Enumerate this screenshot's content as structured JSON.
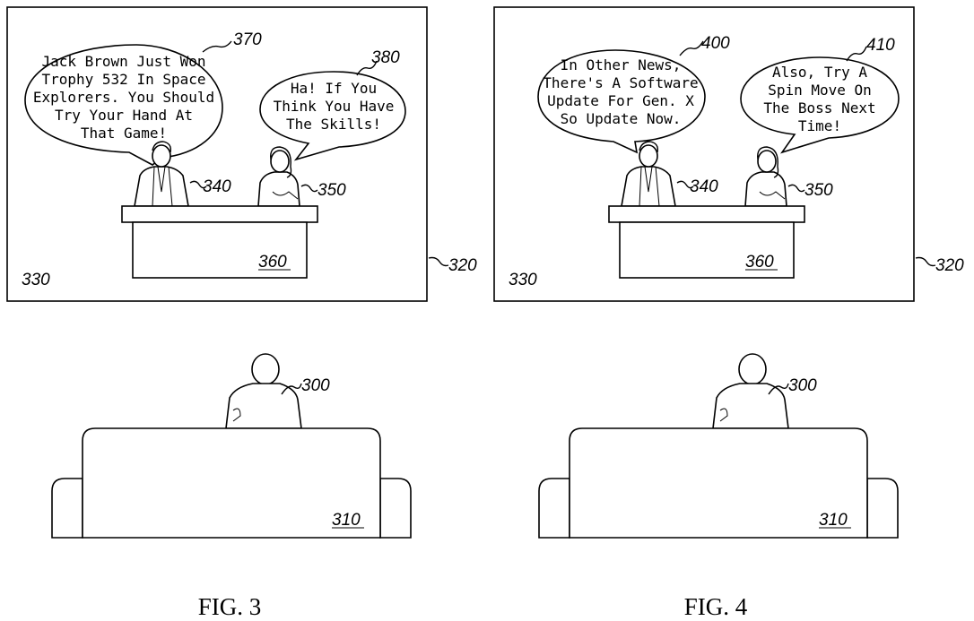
{
  "figures": [
    {
      "caption": "FIG. 3",
      "screen_ref": "320",
      "screen_inner_ref": "330",
      "desk_ref": "360",
      "anchor_ref": "340",
      "coanchor_ref": "350",
      "viewer_ref": "300",
      "couch_ref": "310",
      "bubble_left": {
        "ref": "370",
        "lines": [
          "Jack Brown Just Won",
          "Trophy 532 In Space",
          "Explorers. You Should",
          "Try Your Hand At",
          "That Game!"
        ]
      },
      "bubble_right": {
        "ref": "380",
        "lines": [
          "Ha! If You",
          "Think You Have",
          "The Skills!"
        ]
      }
    },
    {
      "caption": "FIG. 4",
      "screen_ref": "320",
      "screen_inner_ref": "330",
      "desk_ref": "360",
      "anchor_ref": "340",
      "coanchor_ref": "350",
      "viewer_ref": "300",
      "couch_ref": "310",
      "bubble_left": {
        "ref": "400",
        "lines": [
          "In Other News,",
          "There's A Software",
          "Update For Gen. X",
          "So Update Now."
        ]
      },
      "bubble_right": {
        "ref": "410",
        "lines": [
          "Also, Try A",
          "Spin Move On",
          "The Boss Next",
          "Time!"
        ]
      }
    }
  ]
}
